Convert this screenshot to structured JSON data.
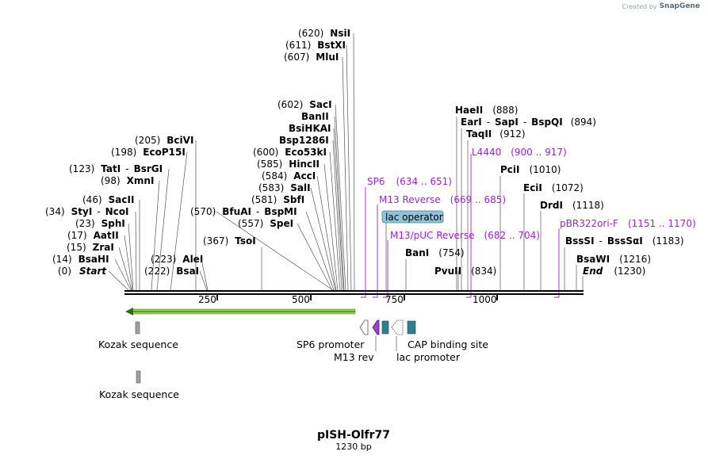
{
  "credit": {
    "text": "Created by",
    "brand": "SnapGene"
  },
  "plasmid": {
    "name": "pISH-Olfr77",
    "length": "1230 bp"
  },
  "enzymes_left": [
    {
      "pos": "(0)",
      "name": "Start"
    },
    {
      "pos": "(14)",
      "name": "BsaHI"
    },
    {
      "pos": "(15)",
      "name": "ZraI"
    },
    {
      "pos": "(17)",
      "name": "AatII"
    },
    {
      "pos": "(23)",
      "name": "SphI"
    },
    {
      "pos": "(34)",
      "name": "StyI",
      "name2": "NcoI"
    },
    {
      "pos": "(46)",
      "name": "SacII"
    },
    {
      "pos": "(98)",
      "name": "XmnI"
    },
    {
      "pos": "(123)",
      "name": "TatI",
      "name2": "BsrGI"
    },
    {
      "pos": "(198)",
      "name": "EcoP15I"
    },
    {
      "pos": "(205)",
      "name": "BciVI"
    },
    {
      "pos": "(222)",
      "name": "BsaI"
    },
    {
      "pos": "(223)",
      "name": "AleI"
    },
    {
      "pos": "(570)",
      "name": "BfuAI",
      "name2": "BspMI"
    },
    {
      "pos": "(367)",
      "name": "TsoI"
    },
    {
      "pos": "(557)",
      "name": "SpeI"
    },
    {
      "pos": "(581)",
      "name": "SbfI"
    },
    {
      "pos": "(583)",
      "name": "SalI"
    },
    {
      "pos": "(584)",
      "name": "AccI"
    },
    {
      "pos": "(585)",
      "name": "HincII"
    },
    {
      "pos": "(600)",
      "name": "Eco53kI"
    },
    {
      "pos": "",
      "name": "Bsp1286I"
    },
    {
      "pos": "",
      "name": "BsiHKAI"
    },
    {
      "pos": "",
      "name": "BanII"
    },
    {
      "pos": "(602)",
      "name": "SacI"
    },
    {
      "pos": "(607)",
      "name": "MluI"
    },
    {
      "pos": "(611)",
      "name": "BstXI"
    },
    {
      "pos": "(620)",
      "name": "NsiI"
    }
  ],
  "enzymes_right": [
    {
      "name": "BanI",
      "pos": "(754)"
    },
    {
      "name": "PvuII",
      "pos": "(834)"
    },
    {
      "name": "HaeII",
      "pos": "(888)"
    },
    {
      "name": "EarI",
      "name2": "SapI",
      "name3": "BspQI",
      "pos": "(894)"
    },
    {
      "name": "TaqII",
      "pos": "(912)"
    },
    {
      "name": "PciI",
      "pos": "(1010)"
    },
    {
      "name": "EciI",
      "pos": "(1072)"
    },
    {
      "name": "DrdI",
      "pos": "(1118)"
    },
    {
      "name": "BssSI",
      "name2": "BssSαI",
      "pos": "(1183)"
    },
    {
      "name": "BsaWI",
      "pos": "(1216)"
    },
    {
      "name": "End",
      "pos": "(1230)"
    }
  ],
  "primers": [
    {
      "name": "SP6",
      "range": "(634 .. 651)"
    },
    {
      "name": "M13 Reverse",
      "range": "(669 .. 685)"
    },
    {
      "name": "M13/pUC Reverse",
      "range": "(682 .. 704)"
    },
    {
      "name": "L4440",
      "range": "(900 .. 917)"
    },
    {
      "name": "pBR322ori-F",
      "range": "(1151 .. 1170)"
    }
  ],
  "operator_label": "lac operator",
  "ticks": [
    "250",
    "500",
    "750",
    "1000"
  ],
  "features": {
    "kozak1": "Kozak sequence",
    "kozak2": "Kozak sequence",
    "sp6_promoter": "SP6 promoter",
    "m13_rev": "M13 rev",
    "lac_promoter": "lac promoter",
    "cap_site": "CAP binding site"
  },
  "colors": {
    "primer": "#a020d8",
    "orf": "#8fd14f",
    "operator": "#8fc3d9",
    "cap": "#2f7f8f",
    "kozak": "#a0a0a0"
  }
}
